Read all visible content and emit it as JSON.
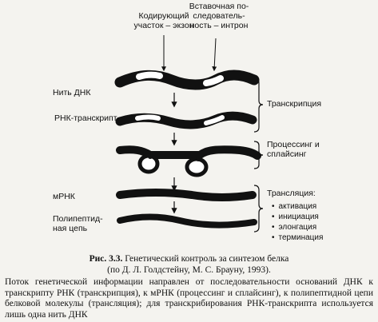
{
  "labels": {
    "coding_region": [
      "Кодирующий",
      "участок – экзон"
    ],
    "insert_sequence": [
      "Вставочная по-",
      "следователь-",
      "ность – интрон"
    ],
    "dna_strand": "Нить ДНК",
    "rna_transcript": "РНК-транскрипт",
    "mrna": "мРНК",
    "polypeptide": [
      "Полипептид-",
      "ная цепь"
    ]
  },
  "stages": {
    "transcription": "Транскрипция",
    "processing": [
      "Процессинг и",
      "сплайсинг"
    ],
    "translation": "Трансляция:",
    "translation_steps": [
      "активация",
      "инициация",
      "элонгация",
      "терминация"
    ]
  },
  "caption": {
    "figure_number": "Рис. 3.3.",
    "title": "Генетический контроль за синтезом белка",
    "source": "(по Д. Л. Голдстейну, М. С. Брауну, 1993).",
    "body": "Поток генетической информации направлен от последовательности оснований ДНК к транскрипту РНК (транскрипция), к мРНК (процессинг и сплайсинг), к полипептидной цепи белковой молекулы (трансляция); для транскрибирования РНК-транскрипта используется лишь одна нить ДНК"
  }
}
